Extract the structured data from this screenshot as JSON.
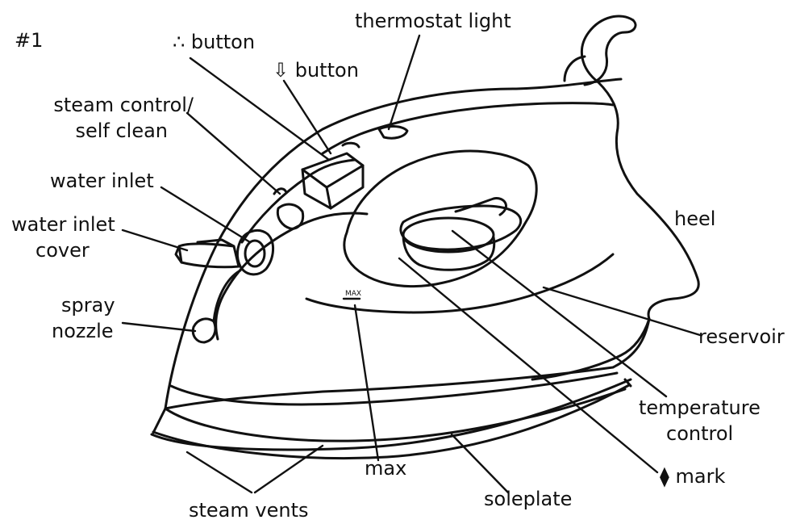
{
  "figure_number": "#1",
  "labels": {
    "spray_button": "∴ button",
    "burst_button": "⇩ button",
    "thermostat_light": "thermostat light",
    "steam_control_1": "steam control/",
    "steam_control_2": "self clean",
    "water_inlet": "water inlet",
    "water_inlet_cover_1": "water inlet",
    "water_inlet_cover_2": "cover",
    "spray_nozzle_1": "spray",
    "spray_nozzle_2": "nozzle",
    "heel": "heel",
    "reservoir": "reservoir",
    "temperature_control_1": "temperature",
    "temperature_control_2": "control",
    "max": "max",
    "mark": "⧫ mark",
    "soleplate": "soleplate",
    "steam_vents": "steam vents"
  },
  "max_marking": "MAX"
}
